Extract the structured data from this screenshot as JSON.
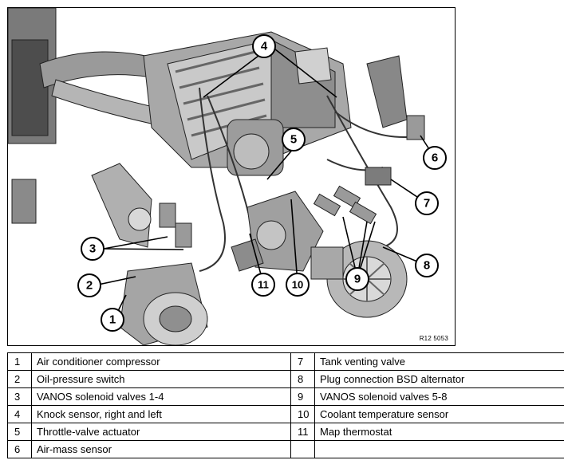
{
  "figure": {
    "reference": "R12 5053",
    "callouts": [
      "1",
      "2",
      "3",
      "4",
      "5",
      "6",
      "7",
      "8",
      "9",
      "10",
      "11"
    ]
  },
  "legend": {
    "rows": [
      {
        "left_num": "1",
        "left_text": "Air conditioner compressor",
        "right_num": "7",
        "right_text": "Tank venting valve"
      },
      {
        "left_num": "2",
        "left_text": "Oil-pressure switch",
        "right_num": "8",
        "right_text": "Plug connection BSD alternator"
      },
      {
        "left_num": "3",
        "left_text": "VANOS solenoid valves 1-4",
        "right_num": "9",
        "right_text": "VANOS solenoid valves 5-8"
      },
      {
        "left_num": "4",
        "left_text": "Knock sensor, right and left",
        "right_num": "10",
        "right_text": "Coolant temperature sensor"
      },
      {
        "left_num": "5",
        "left_text": "Throttle-valve actuator",
        "right_num": "11",
        "right_text": "Map thermostat"
      },
      {
        "left_num": "6",
        "left_text": "Air-mass sensor",
        "right_num": "",
        "right_text": ""
      }
    ]
  }
}
